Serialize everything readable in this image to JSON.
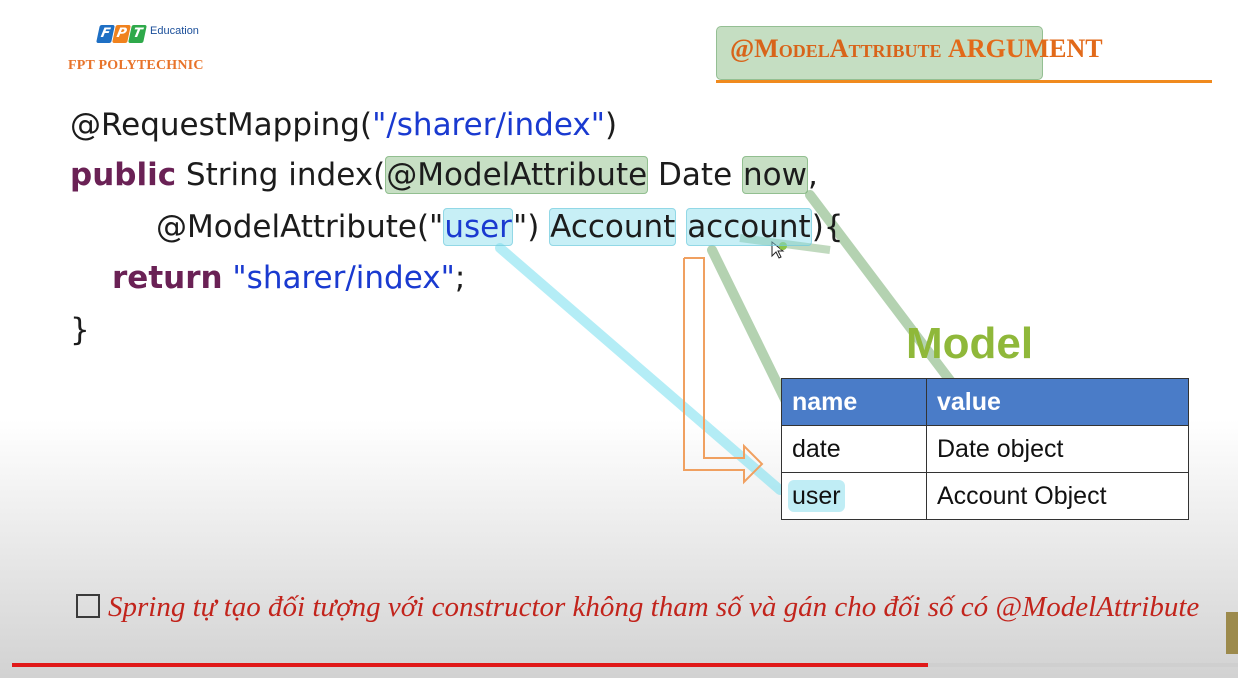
{
  "header": {
    "logo_text": "FPT",
    "logo_sub": "Education",
    "school": "FPT POLYTECHNIC",
    "title_part1": "@ModelAttribute",
    "title_part2": "argument"
  },
  "code": {
    "line1_prefix": "@RequestMapping(",
    "line1_string": "\"/sharer/index\"",
    "line1_suffix": ")",
    "line2_kw": "public",
    "line2_text": " String index(",
    "line2_annotation": "@ModelAttribute",
    "line2_type": " Date ",
    "line2_param": "now",
    "line2_suffix": ",",
    "line3_prefix": "@ModelAttribute(\"",
    "line3_string": "user",
    "line3_mid": "\") ",
    "line3_type": "Account",
    "line3_param": "account",
    "line3_suffix": "){",
    "line4_kw": "return",
    "line4_string": " \"sharer/index\"",
    "line4_suffix": ";",
    "line5": "}"
  },
  "model": {
    "title": "Model",
    "headers": [
      "name",
      "value"
    ],
    "rows": [
      {
        "name": "date",
        "value": "Date object"
      },
      {
        "name": "user",
        "value": "Account Object"
      }
    ]
  },
  "bullet": {
    "text": "Spring tự tạo đối tượng với constructor không tham số và gán cho đối số có @ModelAttribute"
  },
  "colors": {
    "accent_orange": "#e26a1a",
    "bullet_red": "#c2241c",
    "table_header_blue": "#4a7cc8",
    "model_green": "#8fb83a"
  },
  "video": {
    "progress_fraction": 0.75
  }
}
